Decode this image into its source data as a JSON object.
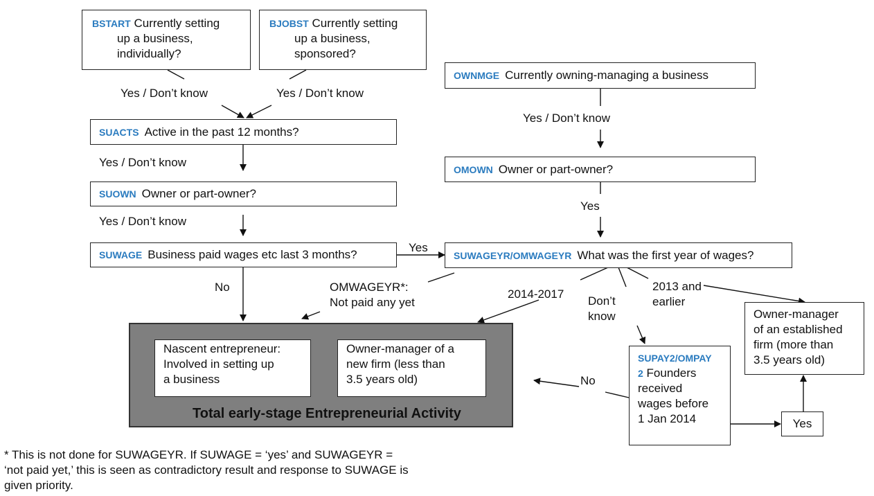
{
  "colors": {
    "code": "#2a7bbf",
    "tea_fill": "#7f7f7f",
    "line": "#111111"
  },
  "nodes": {
    "bstart": {
      "code": "BSTART",
      "line1": "Currently setting",
      "line2": "up a business,",
      "line3": "individually?"
    },
    "bjobst": {
      "code": "BJOBST",
      "line1": "Currently setting",
      "line2": "up a business,",
      "line3": "sponsored?"
    },
    "ownmge": {
      "code": "OWNMGE",
      "text": "Currently owning-managing a business"
    },
    "suacts": {
      "code": "SUACTS",
      "text": "Active in the past 12 months?"
    },
    "omown": {
      "code": "OMOWN",
      "text": "Owner or part-owner?"
    },
    "suown": {
      "code": "SUOWN",
      "text": "Owner or part-owner?"
    },
    "suwage": {
      "code": "SUWAGE",
      "text": "Business paid wages etc last 3 months?"
    },
    "suwageyr": {
      "code": "SUWAGEYR/OMWAGEYR",
      "text": "What was the first year of wages?"
    },
    "supay2": {
      "code_line1": "SUPAY2/OMPAY",
      "code_line2": "2",
      "line1": "Founders",
      "line2": "received",
      "line3": "wages before",
      "line4": "1 Jan 2014"
    },
    "established": {
      "line1": "Owner-manager",
      "line2": "of an established",
      "line3": "firm (more than",
      "line4": "3.5 years old)"
    },
    "yes_box": {
      "text": "Yes"
    },
    "tea": {
      "title": "Total early-stage Entrepreneurial Activity",
      "nascent": {
        "line1": "Nascent entrepreneur:",
        "line2": "Involved in setting up",
        "line3": "a business"
      },
      "newfirm": {
        "line1": "Owner-manager of a",
        "line2": "new firm (less than",
        "line3": "3.5 years old)"
      }
    }
  },
  "edge_labels": {
    "bstart_yes": "Yes / Don’t know",
    "bjobst_yes": "Yes / Don’t know",
    "ownmge_yes": "Yes / Don’t know",
    "suacts_yes": "Yes / Don’t know",
    "suown_yes": "Yes / Don’t know",
    "omown_yes": "Yes",
    "suwage_yes": "Yes",
    "suwage_no": "No",
    "omwageyr_line1": "OMWAGEYR*:",
    "omwageyr_line2": "Not paid any yet",
    "yr_2014": "2014-2017",
    "dont_line1": "Don’t",
    "dont_line2": "know",
    "earlier_line1": "2013 and",
    "earlier_line2": "earlier",
    "supay_no": "No"
  },
  "footnote": {
    "line1": "* This is not done for SUWAGEYR. If SUWAGE = ‘yes’ and SUWAGEYR =",
    "line2": "‘not paid yet,’ this is seen as contradictory result and response to SUWAGE is",
    "line3": "given priority."
  }
}
